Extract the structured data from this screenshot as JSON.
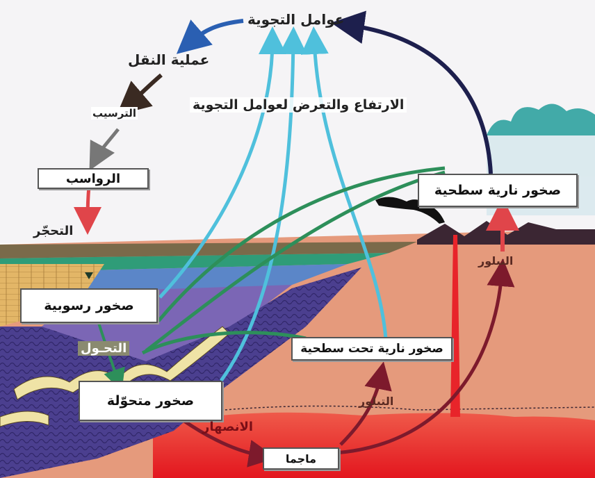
{
  "labels": {
    "weathering": "عوامل التجوية",
    "transport": "عملية النقل",
    "deposition": "الترسيب",
    "uplift": "الارتفاع والتعرض لعوامل التجوية",
    "lithification": "التحجّر",
    "crystallization_right": "التبلور",
    "crystallization_bottom": "التبلور",
    "metamorphism": "التحـول",
    "melting": "الانصهار"
  },
  "boxes": {
    "sediments": "الرواسب",
    "extrusive_igneous": "صخور نارية سطحية",
    "sedimentary_rocks": "صخور رسوبية",
    "intrusive_igneous": "صخور نارية تحت سطحية",
    "metamorphic_rocks": "صخور متحوّلة",
    "magma": "ماجما"
  },
  "colors": {
    "sky": "#f4f4f6",
    "crust": "#e59a7c",
    "magma": "#e8242a",
    "sediment_layer": "#e3b667",
    "green_layer": "#2f9c78",
    "blue_layer": "#5b86c8",
    "metamorphic": "#4b3f8f",
    "arrow_cyan": "#4fc0dc",
    "arrow_green": "#2d8f5a",
    "arrow_maroon": "#7d1a2c",
    "arrow_navy": "#1d1f4d",
    "arrow_blue": "#2a5fb2"
  }
}
